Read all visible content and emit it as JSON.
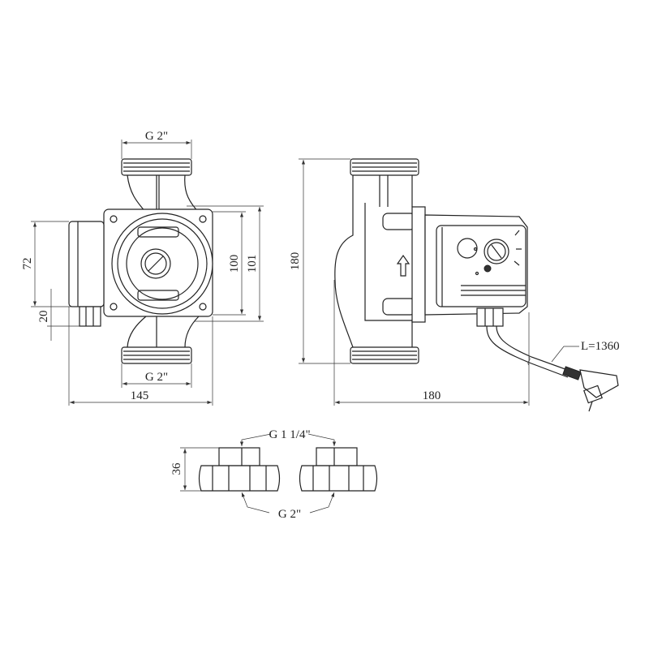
{
  "front_view": {
    "inlet_thread": "G 2\"",
    "outlet_thread": "G 2\"",
    "width": "145",
    "height_inner": "100",
    "height_outer": "101",
    "terminal_box_height": "72",
    "cable_gland_height": "20"
  },
  "side_view": {
    "height": "180",
    "length": "180",
    "cable_length": "L=1360"
  },
  "fittings": {
    "pipe_thread": "G 1 1/4\"",
    "nut_thread": "G 2\"",
    "height": "36"
  }
}
